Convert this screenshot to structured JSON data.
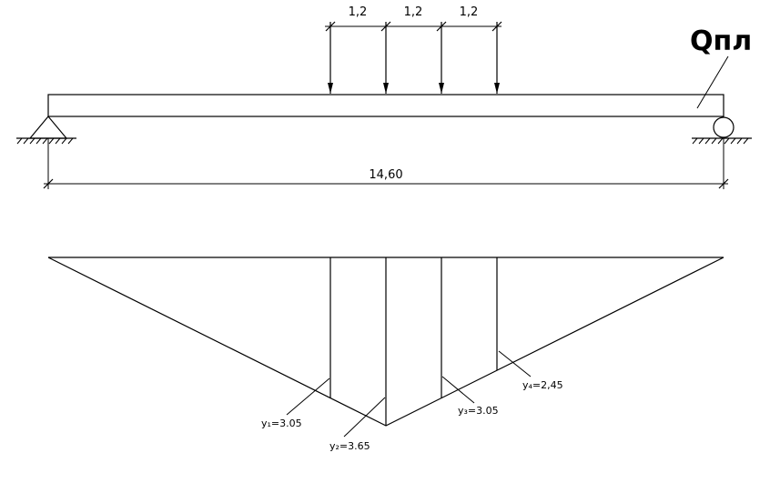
{
  "beam": {
    "span_label": "14,60",
    "spacing_labels": [
      "1,2",
      "1,2",
      "1,2"
    ],
    "load_label": "Qпл"
  },
  "influence_line": {
    "ordinates": [
      {
        "label": "y₁=3.05",
        "value": 3.05
      },
      {
        "label": "y₂=3.65",
        "value": 3.65
      },
      {
        "label": "y₃=3.05",
        "value": 3.05
      },
      {
        "label": "y₄=2,45",
        "value": 2.45
      }
    ]
  }
}
